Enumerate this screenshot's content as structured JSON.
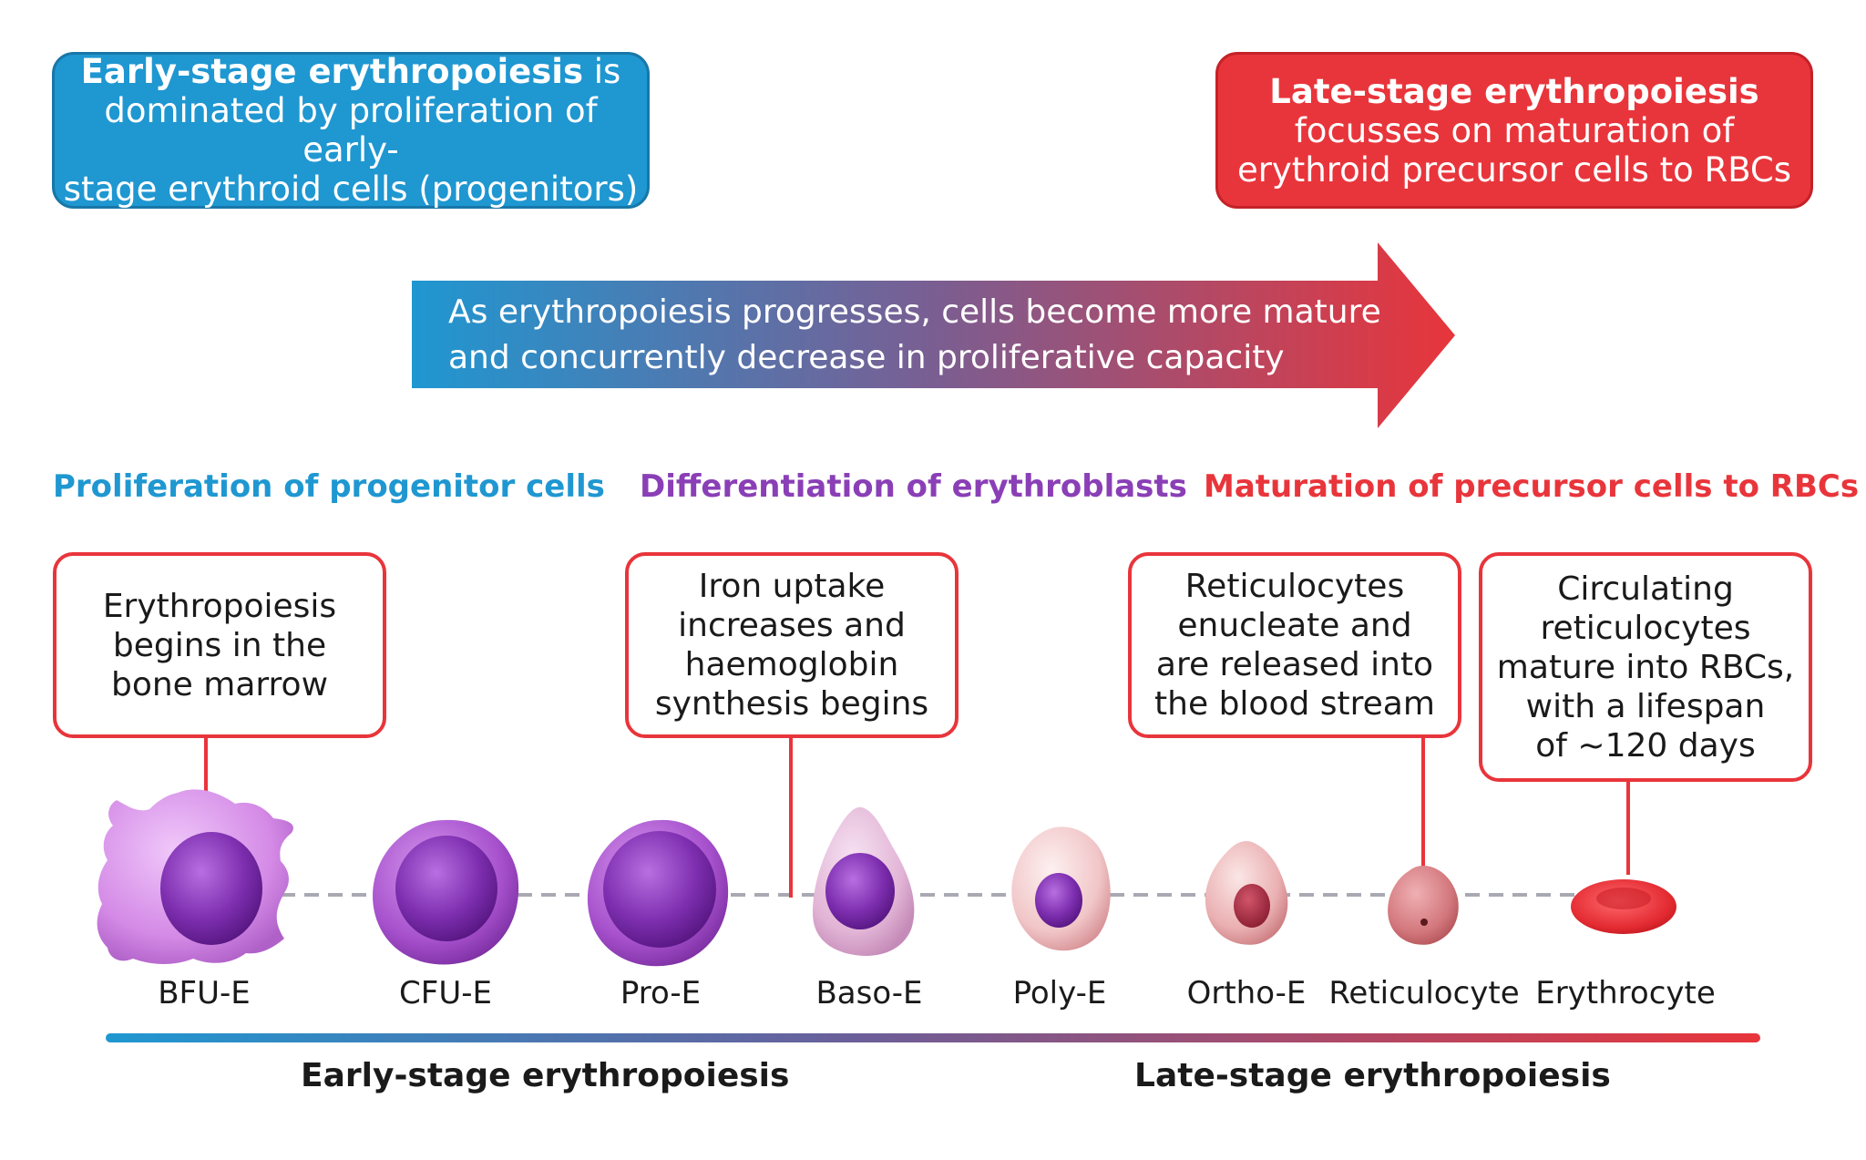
{
  "top_boxes": {
    "early": {
      "bold": "Early-stage erythropoiesis",
      "rest_line1": "is",
      "line2": "dominated by proliferation of early-",
      "line3": "stage erythroid cells (progenitors)"
    },
    "late": {
      "bold": "Late-stage erythropoiesis",
      "line2": "focusses on maturation of",
      "line3": "erythroid precursor cells to RBCs"
    }
  },
  "arrow": {
    "line1": "As erythropoiesis progresses, cells become more mature",
    "line2": "and concurrently decrease in proliferative capacity"
  },
  "phases": {
    "proliferation": "Proliferation of progenitor cells",
    "differentiation": "Differentiation of erythroblasts",
    "maturation": "Maturation of precursor cells to RBCs"
  },
  "callouts": {
    "c1": [
      "Erythropoiesis",
      "begins in the",
      "bone marrow"
    ],
    "c2": [
      "Iron uptake",
      "increases and",
      "haemoglobin",
      "synthesis begins"
    ],
    "c3": [
      "Reticulocytes",
      "enucleate and",
      "are released into",
      "the blood stream"
    ],
    "c4": [
      "Circulating",
      "reticulocytes",
      "mature into RBCs,",
      "with a lifespan",
      "of ~120 days"
    ]
  },
  "cells": [
    "BFU-E",
    "CFU-E",
    "Pro-E",
    "Baso-E",
    "Poly-E",
    "Ortho-E",
    "Reticulocyte",
    "Erythrocyte"
  ],
  "stages": {
    "early": "Early-stage erythropoiesis",
    "late": "Late-stage erythropoiesis"
  },
  "colors": {
    "blue": "#1f97d1",
    "red": "#e8353b",
    "purple": "#8a3fb6"
  }
}
